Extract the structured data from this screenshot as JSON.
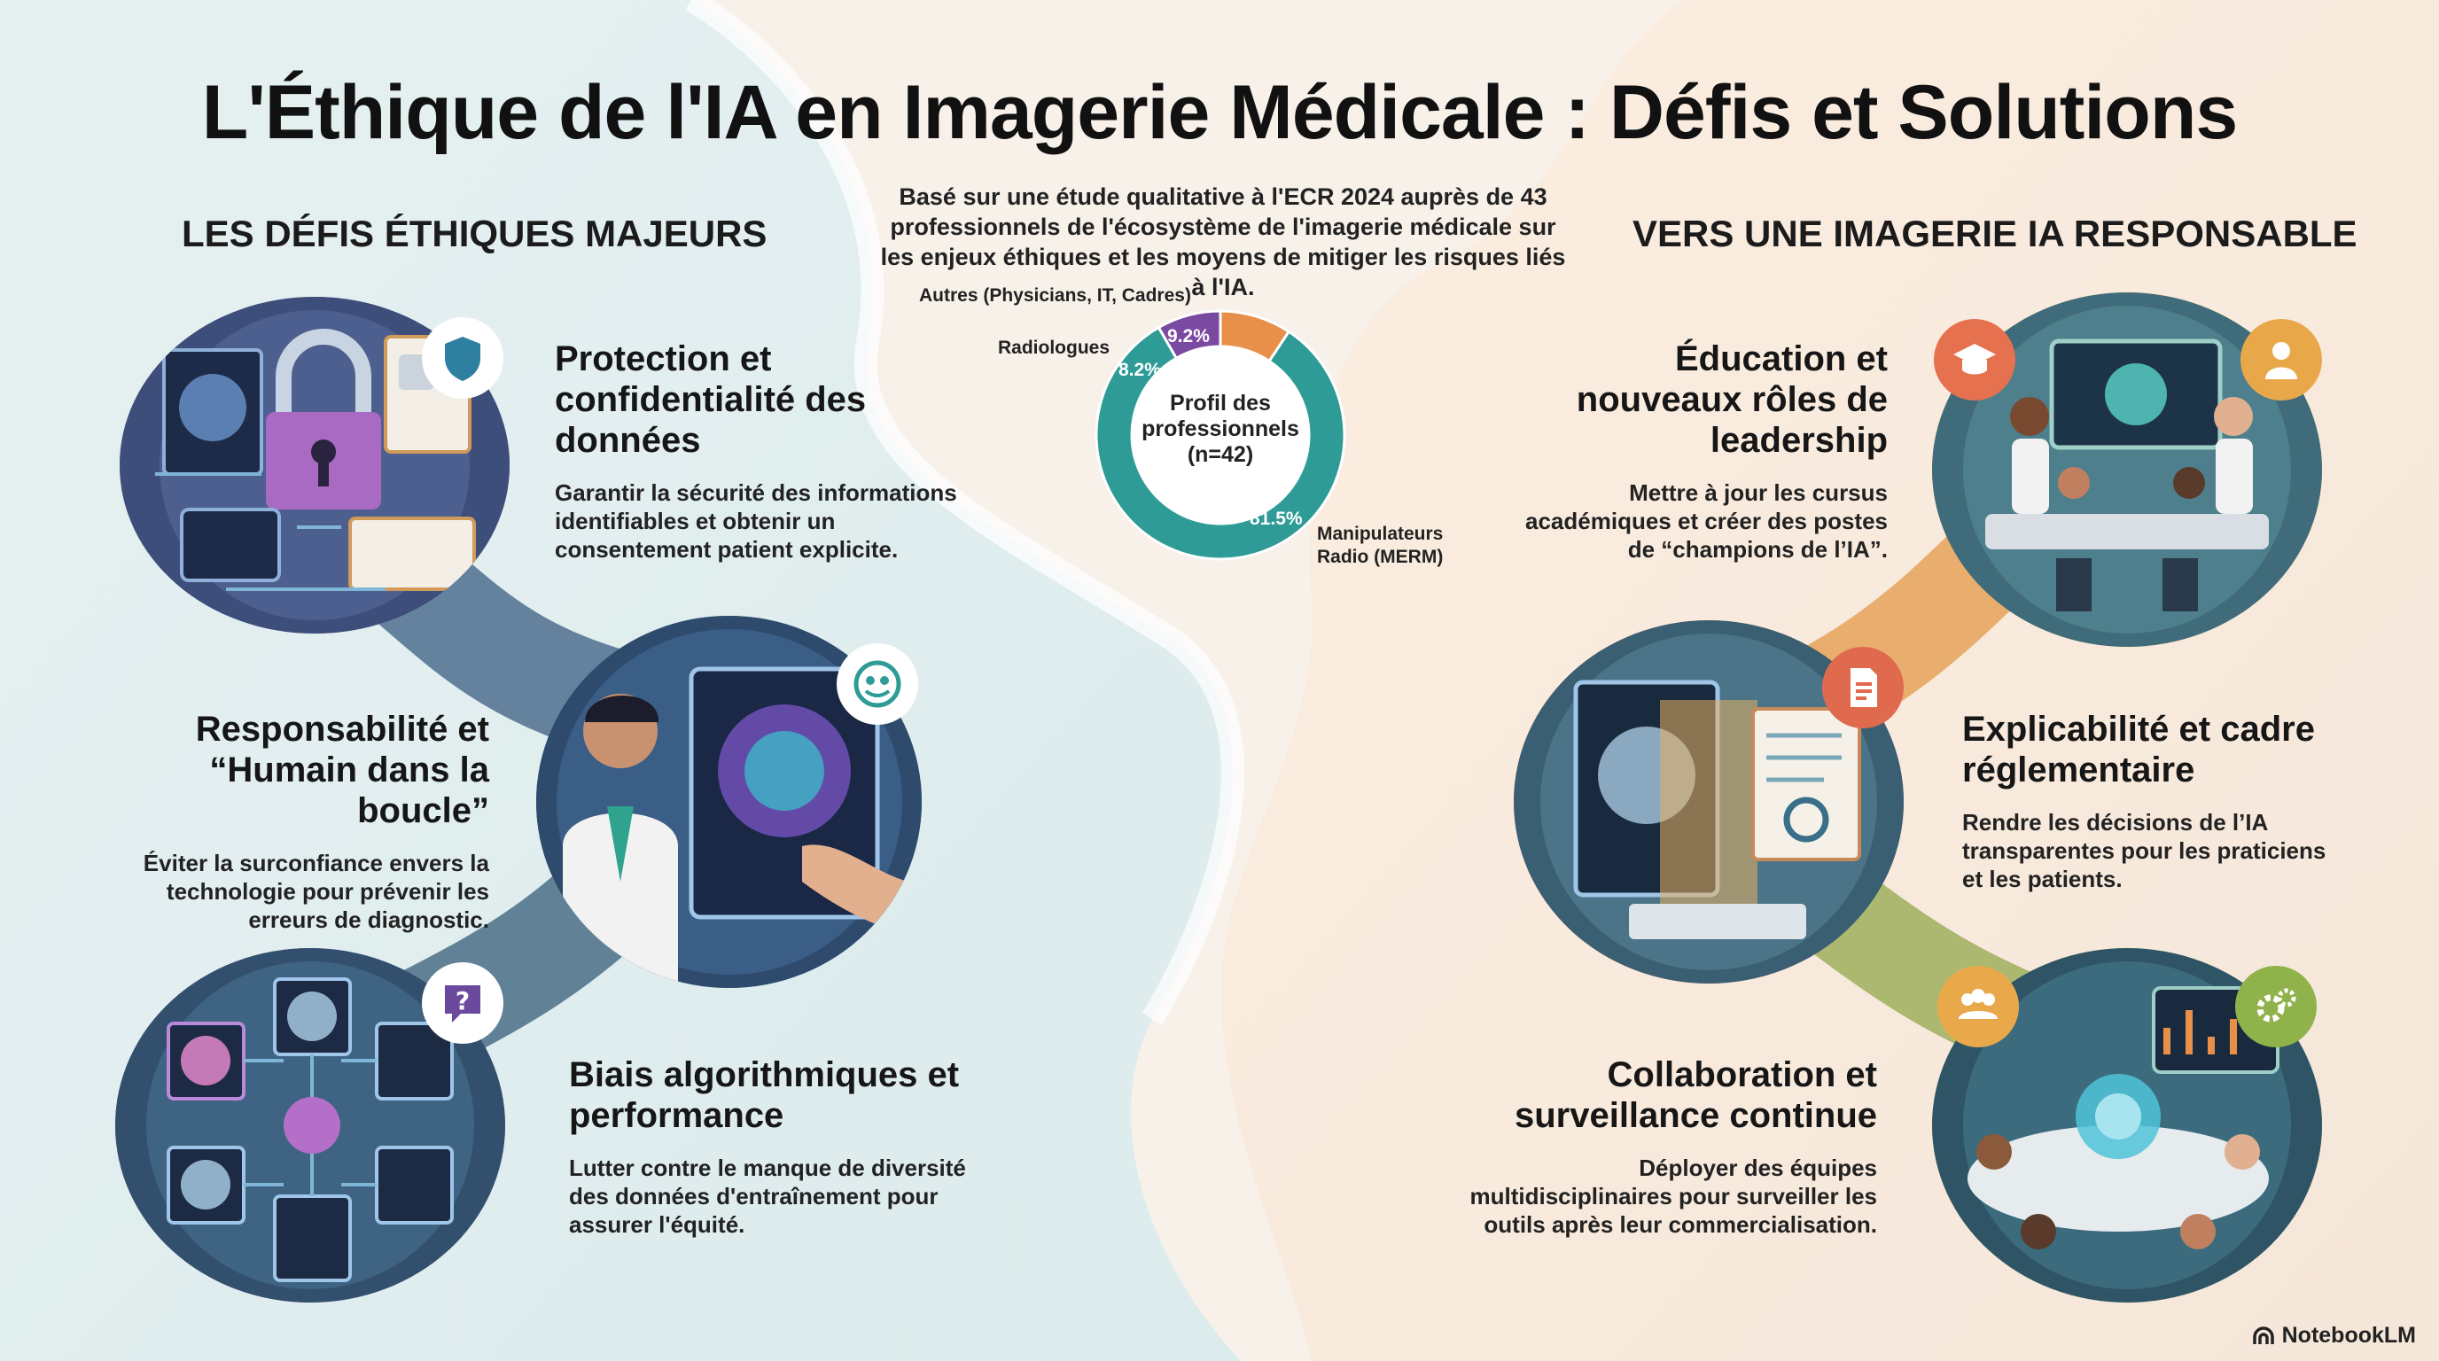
{
  "title": "L'Éthique de l'IA en Imagerie Médicale : Défis et Solutions",
  "left_heading": "LES DÉFIS ÉTHIQUES MAJEURS",
  "right_heading": "VERS UNE IMAGERIE IA RESPONSABLE",
  "intro": "Basé sur une étude qualitative à l'ECR 2024 auprès de 43 professionnels de l'écosystème de l'imagerie médicale sur les enjeux éthiques et les moyens de mitiger les risques liés à l'IA.",
  "donut": {
    "center_label": "Profil des professionnels (n=42)",
    "segments": [
      {
        "label": "Manipulateurs Radio (MERM)",
        "value": 81.5,
        "pct_text": "81.5%",
        "color": "#2f9b97"
      },
      {
        "label": "Radiologues",
        "value": 8.2,
        "pct_text": "8.2%",
        "color": "#7a4aa0"
      },
      {
        "label": "Autres (Physicians, IT, Cadres)",
        "value": 9.2,
        "pct_text": "9.2%",
        "color": "#e8904a"
      }
    ]
  },
  "challenges": [
    {
      "title": "Protection et confidentialité des données",
      "text": "Garantir la sécurité des informations identifiables et obtenir un consentement patient explicite.",
      "icon": "shield-icon"
    },
    {
      "title": "Responsabilité et “Humain dans la boucle”",
      "text": "Éviter la surconfiance envers la technologie pour prévenir les erreurs de diagnostic.",
      "icon": "people-circle-icon"
    },
    {
      "title": "Biais algorithmiques et performance",
      "text": "Lutter contre le manque de diversité des données d'entraînement pour assurer l'équité.",
      "icon": "question-bubble-icon"
    }
  ],
  "solutions": [
    {
      "title": "Éducation et nouveaux rôles de leadership",
      "text": "Mettre à jour les cursus académiques et créer des postes de “champions de l’IA”.",
      "icon": "graduation-cap-icon"
    },
    {
      "title": "Explicabilité et cadre réglementaire",
      "text": "Rendre les décisions de l’IA transparentes pour les praticiens et les patients.",
      "icon": "document-icon"
    },
    {
      "title": "Collaboration et surveillance continue",
      "text": "Déployer des équipes multidisciplinaires pour surveiller les outils après leur commercialisation.",
      "icon": "team-icon"
    }
  ],
  "brand": "NotebookLM",
  "colors": {
    "teal": "#2f9b97",
    "purple": "#6b4a9e",
    "orange": "#e8904a",
    "green": "#8fb24a"
  }
}
